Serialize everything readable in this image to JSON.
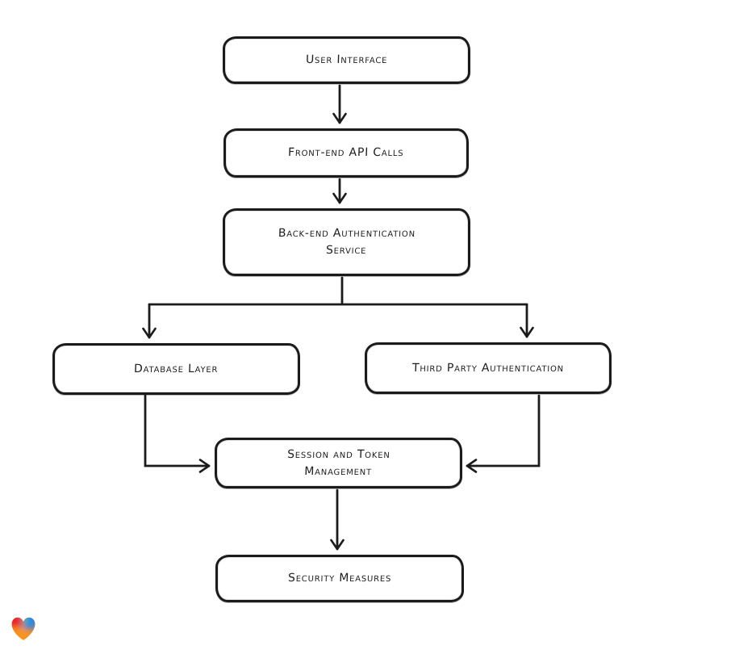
{
  "diagram": {
    "nodes": [
      {
        "id": "user-interface",
        "label": "User Interface"
      },
      {
        "id": "front-end-api-calls",
        "label": "Front-end API Calls"
      },
      {
        "id": "back-end-authentication-service",
        "label": "Back-end Authentication Service"
      },
      {
        "id": "database-layer",
        "label": "Database Layer"
      },
      {
        "id": "third-party-authentication",
        "label": "Third Party Authentication"
      },
      {
        "id": "session-and-token-management",
        "label": "Session and Token Management"
      },
      {
        "id": "security-measures",
        "label": "Security Measures"
      }
    ],
    "edges": [
      {
        "from": "user-interface",
        "to": "front-end-api-calls"
      },
      {
        "from": "front-end-api-calls",
        "to": "back-end-authentication-service"
      },
      {
        "from": "back-end-authentication-service",
        "to": "database-layer"
      },
      {
        "from": "back-end-authentication-service",
        "to": "third-party-authentication"
      },
      {
        "from": "database-layer",
        "to": "session-and-token-management"
      },
      {
        "from": "third-party-authentication",
        "to": "session-and-token-management"
      },
      {
        "from": "session-and-token-management",
        "to": "security-measures"
      }
    ]
  },
  "colors": {
    "background": "#ffffff",
    "stroke": "#1b1b1b",
    "text": "#1d1d1d",
    "logo_red": "#e7232e",
    "logo_blue": "#2d7ff0",
    "logo_teal": "#16b8a6",
    "logo_orange": "#f6941c"
  },
  "logo": {
    "name": "gradient-heart-logo"
  }
}
